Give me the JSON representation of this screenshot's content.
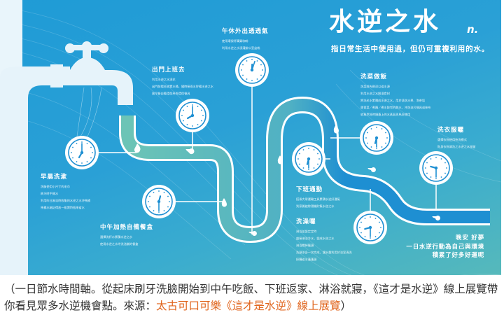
{
  "title": "水逆之水",
  "title_suffix": "n.",
  "subtitle": "指日常生活中使用過，但仍可重複利用的水。",
  "colors": {
    "background": "#1f9bd6",
    "pipe_teal": "#5bbcb8",
    "pipe_blue": "#1e8fd2",
    "accent_text": "#e0641c"
  },
  "sections": [
    {
      "title": "午休外出透透氣",
      "bullets": [
        "使用環保杯購買咖啡",
        "利用水逆之水澆灌辦公室盆栽"
      ],
      "clock": {
        "h": 12,
        "m": 3
      }
    },
    {
      "title": "出門上班去",
      "bullets": [
        "利用水逆之水澆花",
        "出門前陽台放置水桶，隨時接雨水貯備水逆之水",
        "買早餐自備環保杯與環保餐具"
      ],
      "clock": {
        "h": 8,
        "m": 0
      }
    },
    {
      "title": "早晨洗漱",
      "bullets": [
        "洗臉使用小尺寸的毛巾",
        "刷牙時不開水",
        "利用昨日淋浴時收集的水逆之水沖馬桶",
        "馬桶水箱記得放一瓶寶特瓶來省水"
      ],
      "clock": {
        "h": 7,
        "m": 0
      }
    },
    {
      "title": "中午加熱自備餐盒",
      "bullets": [
        "選擇洗杯水累積水逆之水",
        "使用水逆之水沖洗油膩的餐盒"
      ],
      "clock": {
        "h": 12,
        "m": 30
      }
    },
    {
      "title": "下班通勤",
      "bullets": [
        "搭乘大眾運輸工具累積水逆好運氣",
        "到家開啟除濕機貯集水逆之水"
      ],
      "clock": {
        "h": 6,
        "m": 30
      }
    },
    {
      "title": "洗澡囉",
      "bullets": [
        "淋浴並設定定時",
        "盛接淋浴冷水，變成水逆之水",
        "淋浴關掉龍頭",
        "洗頭淨身一次完成，讓水量利用於浴室清洗",
        "採購省水蓮蓬頭"
      ],
      "clock": {
        "h": 8,
        "m": 30
      }
    },
    {
      "title": "洗菜做飯",
      "bullets": [
        "洗菜前先刷深以省水源",
        "利用水逆之水解凍食材",
        "將洗米水累積成水逆之水，用於澆洗水果、泡茶垢",
        "燙青菜／煮麵／煮水餃完的熱水，沖洗油污餐具或抹布",
        "收集烹飪時鍋蓋上的水蒸氣再馬虎使用"
      ],
      "clock": {
        "h": 6,
        "m": 30
      }
    },
    {
      "title": "洗衣服曬",
      "bullets": [
        "選擇衣物使用快洗模式",
        "貼身衣物清洗之水逆之水留留"
      ],
      "clock": {
        "h": 9,
        "m": 30
      }
    }
  ],
  "closing": [
    "晚安 好夢",
    "一日水逆行動為自己與環境",
    "積累了好多好運呢"
  ],
  "caption": {
    "text": "（一日節水時間軸。從起床刷牙洗臉開始到中午吃飯、下班返家、淋浴就寢，《這才是水逆》線上展覽帶你看見眾多水逆機會點。來源：",
    "source_link": "太古可口可樂《這才是水逆》線上展覽",
    "end": "）"
  }
}
